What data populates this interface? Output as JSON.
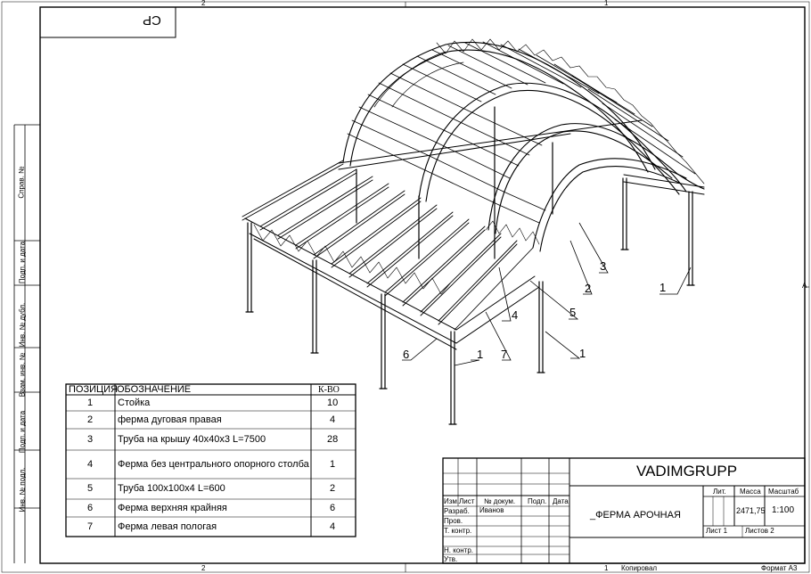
{
  "zones": {
    "top_left": "2",
    "top_right": "1",
    "bottom_left": "2",
    "bottom_right": "1",
    "right_mark": "A"
  },
  "corner_stamp": "СР",
  "side_labels": [
    "Справ. №",
    "Подп. и дата",
    "Инв. № дубл.",
    "Взам. инв. №",
    "Подп. и дата",
    "Инв. № подл."
  ],
  "callouts": [
    "1",
    "2",
    "3",
    "4",
    "5",
    "6",
    "7",
    "1",
    "1"
  ],
  "bom": {
    "headers": [
      "ПОЗИЦИЯ",
      "ОБОЗНАЧЕНИЕ",
      "К-ВО"
    ],
    "rows": [
      {
        "pos": "1",
        "name": "Стойка",
        "qty": "10"
      },
      {
        "pos": "2",
        "name": "ферма дуговая правая",
        "qty": "4"
      },
      {
        "pos": "3",
        "name": "Труба на крышу 40х40х3 L=7500",
        "qty": "28"
      },
      {
        "pos": "4",
        "name": "Ферма без центрального опорного столба",
        "qty": "1"
      },
      {
        "pos": "5",
        "name": "Труба 100х100х4 L=600",
        "qty": "2"
      },
      {
        "pos": "6",
        "name": "Ферма верхняя крайняя",
        "qty": "6"
      },
      {
        "pos": "7",
        "name": "Ферма левая пологая",
        "qty": "4"
      }
    ]
  },
  "title_block": {
    "company": "VADIMGRUPP",
    "drawing_title": "_ФЕРМА АРОЧНАЯ",
    "col_headers": [
      "Изм.",
      "Лист",
      "№ докум.",
      "Подп.",
      "Дата"
    ],
    "roles": [
      "Разраб.",
      "Пров.",
      "Т. контр.",
      "",
      "Н. контр.",
      "Утв."
    ],
    "developer": "Иванов",
    "lit_label": "Лит.",
    "mass_label": "Масса",
    "scale_label": "Масштаб",
    "mass": "2471,75",
    "scale": "1:100",
    "sheet": "Лист 1",
    "sheets": "Листов 2"
  },
  "footer": {
    "copied": "Копировал",
    "format": "Формат А3"
  }
}
